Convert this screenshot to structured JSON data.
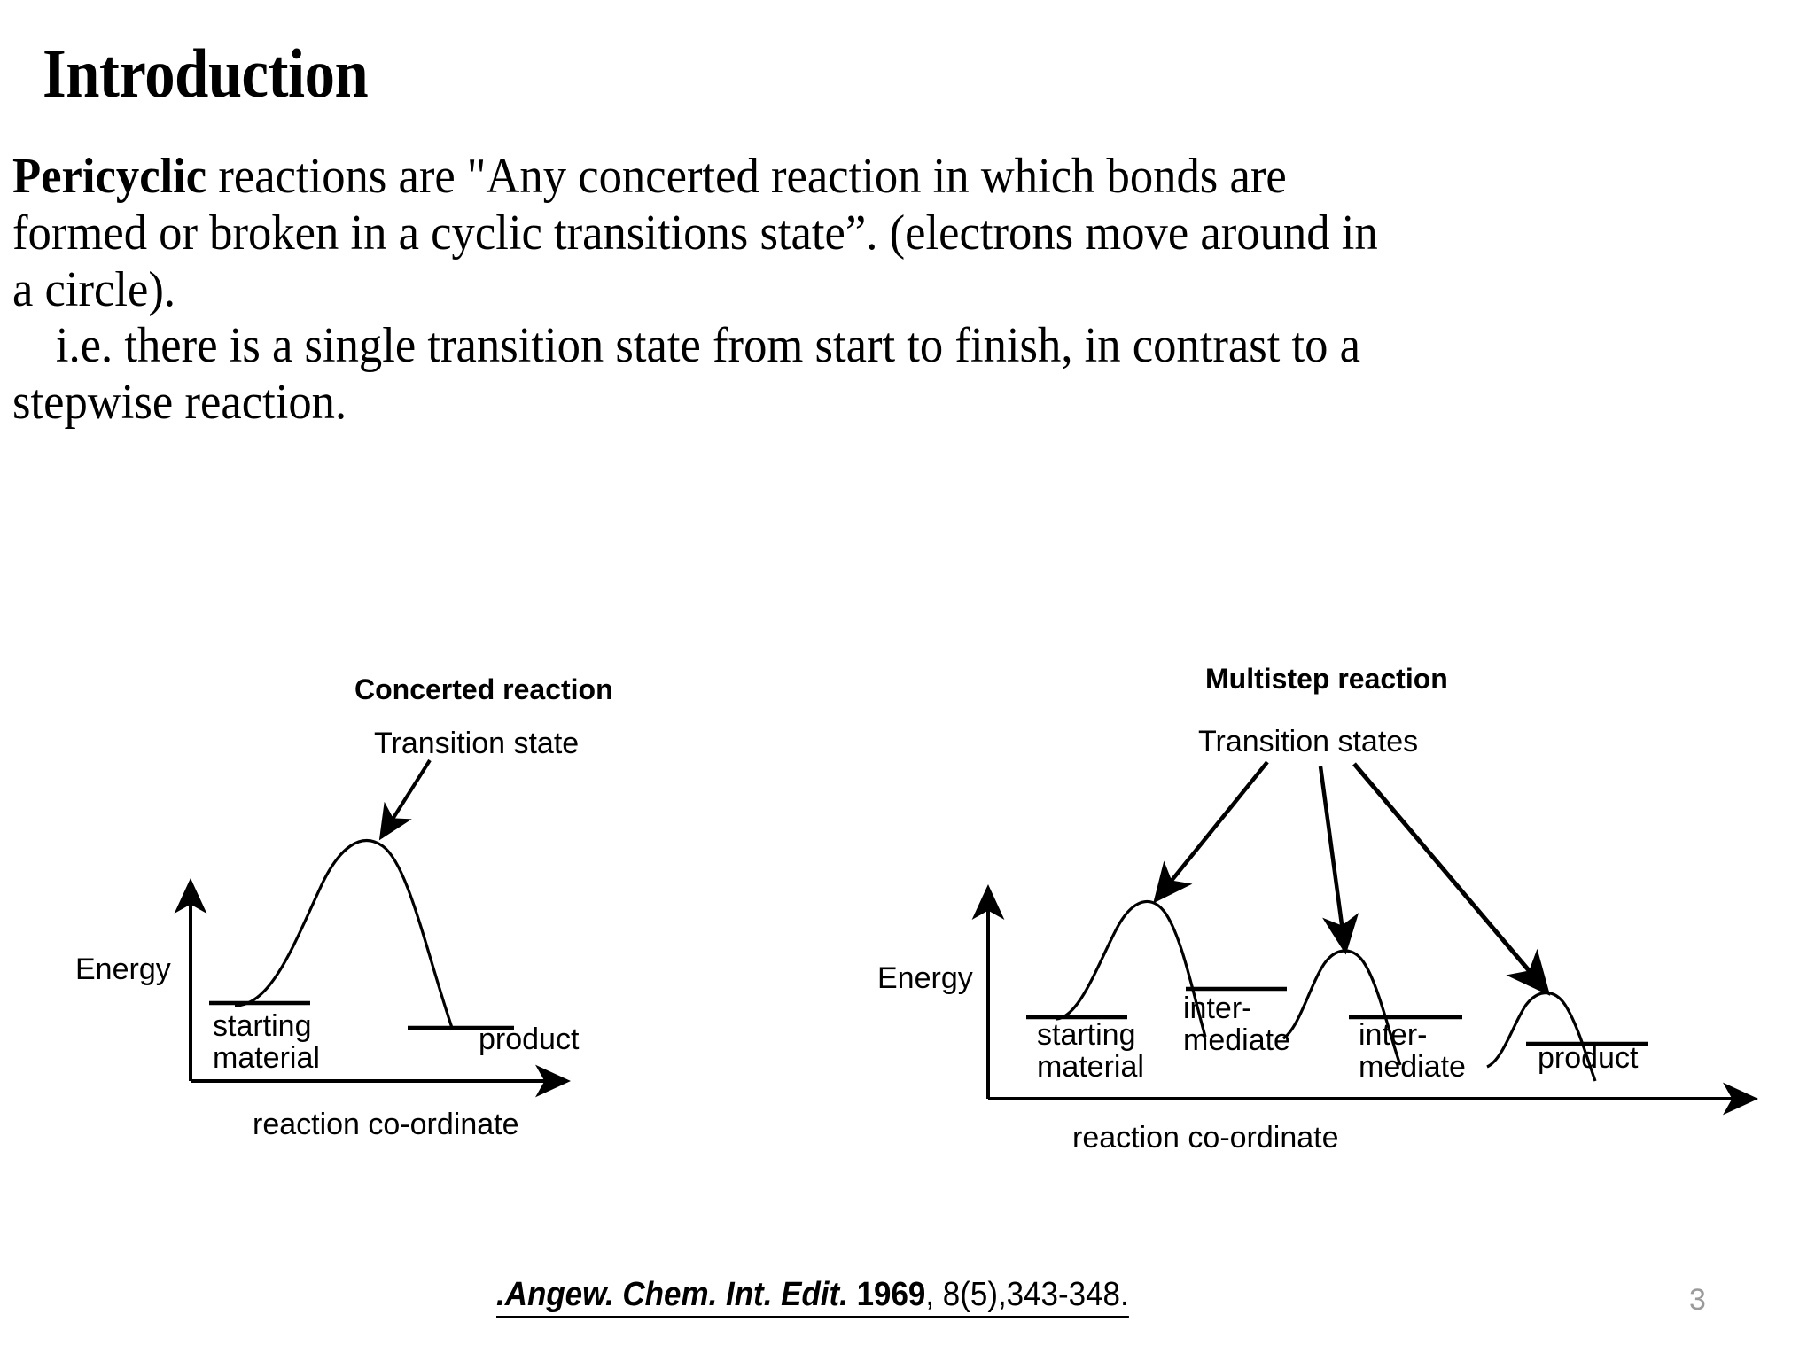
{
  "slide": {
    "title": "Introduction",
    "page_number": "3",
    "background_color": "#ffffff",
    "text_color": "#000000",
    "page_number_color": "#9a9a9a"
  },
  "body": {
    "paragraph1": {
      "lead_bold": "Pericyclic",
      "lines": [
        " reactions are \"Any concerted reaction in which bonds are",
        "formed or broken in a cyclic transitions state”. (electrons move around in",
        "a circle)."
      ]
    },
    "paragraph2": {
      "lines": [
        "i.e. there is a single transition state from start to finish, in contrast to a",
        "stepwise reaction."
      ]
    }
  },
  "diagrams": [
    {
      "id": "concerted",
      "title": "Concerted reaction",
      "annotation": "Transition state",
      "y_axis_label": "Energy",
      "x_axis_label": "reaction co-ordinate",
      "levels": [
        {
          "name": "starting-material",
          "label_line1": "starting",
          "label_line2": "material"
        },
        {
          "name": "product",
          "label_line1": "product",
          "label_line2": ""
        }
      ],
      "arrow_count": 1
    },
    {
      "id": "multistep",
      "title": "Multistep reaction",
      "annotation": "Transition states",
      "y_axis_label": "Energy",
      "x_axis_label": "reaction co-ordinate",
      "levels": [
        {
          "name": "starting-material",
          "label_line1": "starting",
          "label_line2": "material"
        },
        {
          "name": "intermediate-1",
          "label_line1": "inter-",
          "label_line2": "mediate"
        },
        {
          "name": "intermediate-2",
          "label_line1": "inter-",
          "label_line2": "mediate"
        },
        {
          "name": "product",
          "label_line1": "product",
          "label_line2": ""
        }
      ],
      "arrow_count": 3
    }
  ],
  "chart_data": [
    {
      "type": "line",
      "title": "Concerted reaction",
      "xlabel": "reaction co-ordinate",
      "ylabel": "Energy",
      "annotations": [
        "Transition state"
      ],
      "states": [
        {
          "label": "starting material",
          "kind": "minimum",
          "x": 0.12,
          "energy": 0.3
        },
        {
          "label": "Transition state",
          "kind": "maximum",
          "x": 0.45,
          "energy": 1.0
        },
        {
          "label": "product",
          "kind": "minimum",
          "x": 0.82,
          "energy": 0.18
        }
      ],
      "grid": false,
      "legend": "none"
    },
    {
      "type": "line",
      "title": "Multistep reaction",
      "xlabel": "reaction co-ordinate",
      "ylabel": "Energy",
      "annotations": [
        "Transition states"
      ],
      "states": [
        {
          "label": "starting material",
          "kind": "minimum",
          "x": 0.06,
          "energy": 0.26
        },
        {
          "label": "transition state 1",
          "kind": "maximum",
          "x": 0.26,
          "energy": 1.0
        },
        {
          "label": "inter-mediate",
          "kind": "minimum",
          "x": 0.45,
          "energy": 0.33
        },
        {
          "label": "transition state 2",
          "kind": "maximum",
          "x": 0.58,
          "energy": 0.8
        },
        {
          "label": "inter-mediate",
          "kind": "minimum",
          "x": 0.72,
          "energy": 0.22
        },
        {
          "label": "transition state 3",
          "kind": "maximum",
          "x": 0.85,
          "energy": 0.62
        },
        {
          "label": "product",
          "kind": "minimum",
          "x": 0.97,
          "energy": 0.2
        }
      ],
      "grid": false,
      "legend": "none"
    }
  ],
  "citation": {
    "journal": ".Angew. Chem. Int. Edit.",
    "year": " 1969",
    "rest": ", 8(5),343-348."
  }
}
